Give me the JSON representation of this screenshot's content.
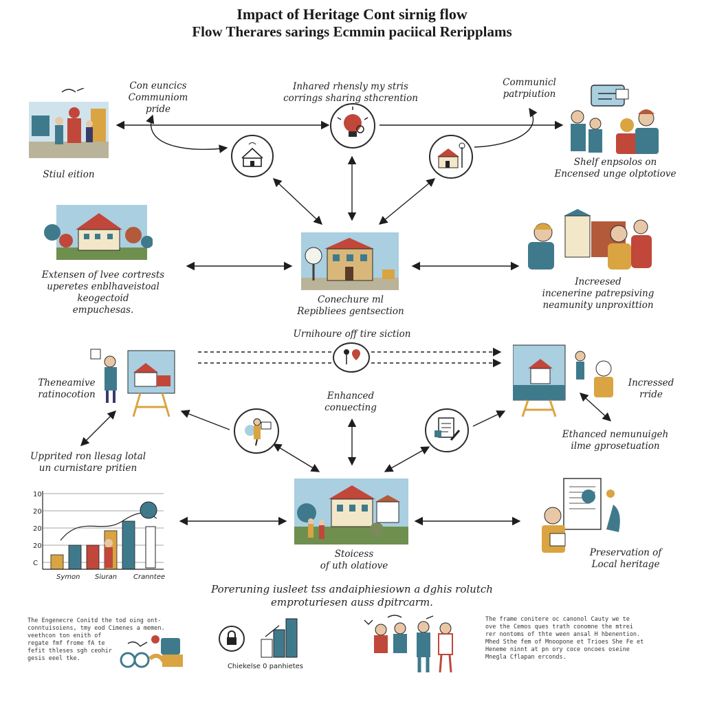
{
  "title": {
    "line1": "Impact of Heritage Cont sirnig flow",
    "line2": "Flow Therares sarings Ecmmin paciical Reripplams"
  },
  "labels": {
    "top_left_cap": [
      "Con euncics",
      "Communiom",
      "pride"
    ],
    "top_mid_cap": [
      "Inhared rhensly my stris",
      "corrings sharing sthcrention"
    ],
    "top_right_cap": [
      "Communicl",
      "patrpiution"
    ],
    "left_1": [
      "Stiul eition"
    ],
    "right_1": [
      "Shelf enpsolos on",
      "Encensed unge olptotiove"
    ],
    "left_2": [
      "Extensen of lvee cortrests",
      "uperetes enblhaveistoal",
      "keogectoid",
      "empuchesas."
    ],
    "center_1": [
      "Conechure ml",
      "Repibliees gentsection"
    ],
    "right_2": [
      "Increesed",
      "incenerine patrepsiving",
      "neamunity unproxittion"
    ],
    "mid_banner": [
      "Urnihoure off tire siction"
    ],
    "left_3": [
      "Theneamive",
      "ratinocotion"
    ],
    "center_2": [
      "Enhanced",
      "conuecting"
    ],
    "right_3": [
      "Incressed",
      "rride"
    ],
    "right_4": [
      "Ethanced nemunuigeh",
      "ilme gprosetuation"
    ],
    "left_4": [
      "Upprited ron llesag lotal",
      "un curnistare pritien"
    ],
    "center_3": [
      "Stoicess",
      "of uth olatiove"
    ],
    "right_5": [
      "Preservation of",
      "Local heritage"
    ],
    "bottom_banner": [
      "Poreruning iusleet tss andaiphiesiown a dghis rolutch",
      "emproturiesen auss dpitrcarm."
    ],
    "bottom_left_para": [
      "The Engenecre Conitd the tod oing ont-",
      "conntuisoiens, tmy eod Cimenes a memen.",
      "veethcon ton enith of",
      "regate fmf frome fA te",
      "fefit thleses sgh ceohir",
      "gesis eeel tke."
    ],
    "bottom_right_para": [
      "The frame conitere oc canonol Cauty we te",
      "ove the Cemos ques trath conomne the mtrei",
      "rer nontoms of thte ween ansal H hbenention.",
      "Mhed Sthe fem of Mnoopone et Trioes She Fe et",
      "Heneme ninnt at pn ory coce oncoes oseine",
      "Mnegla Cflapan erconds."
    ],
    "bottom_mid_cap": [
      "Chiekelse 0 panhietes"
    ]
  },
  "mini_chart": {
    "y_ticks": [
      "10",
      "20",
      "20",
      "20",
      "C"
    ],
    "x_labels": [
      "Symon",
      "Siuran",
      "Cranntee"
    ],
    "values": [
      3,
      5,
      5,
      8,
      10
    ]
  },
  "colors": {
    "teal": "#3f7a8c",
    "red": "#c0473a",
    "mustard": "#d9a441",
    "sky": "#a9cfe0",
    "ink": "#2b2b2b",
    "green": "#6f8f4e"
  }
}
